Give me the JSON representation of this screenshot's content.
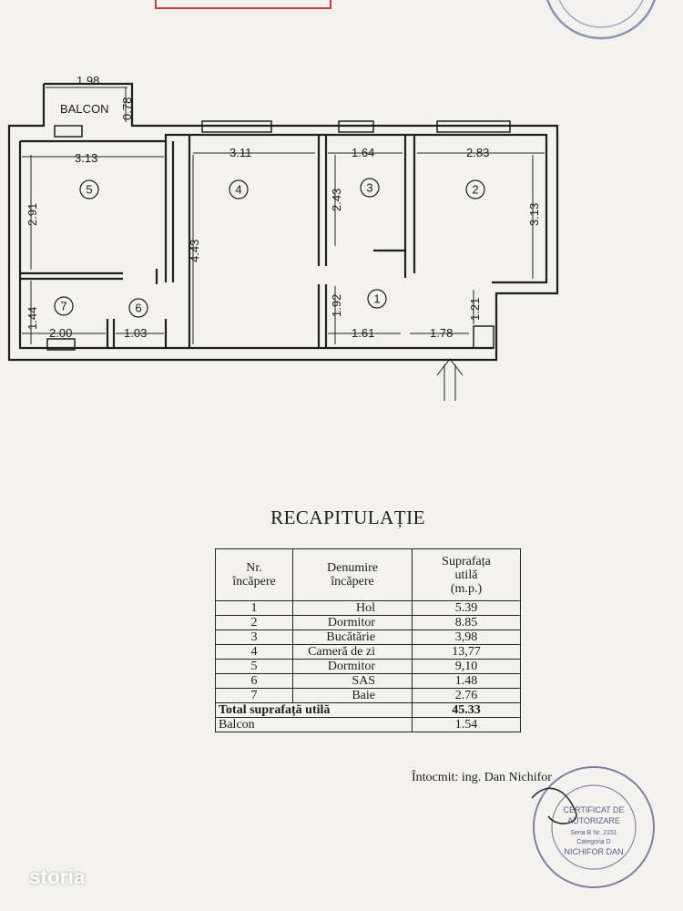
{
  "plan": {
    "balcony_label": "BALCON",
    "dims": {
      "balcony_width": "1.98",
      "balcony_depth": "0.78",
      "r5_width": "3.13",
      "r5_height": "2.91",
      "r4_width": "3.11",
      "r4_height": "4.43",
      "r3_width": "1.64",
      "r3_height": "2.43",
      "r2_width": "2.83",
      "r2_height": "3.13",
      "r7_height": "1.44",
      "r7_width": "2.00",
      "r6_width": "1.03",
      "r1_height": "1.92",
      "r1_width_a": "1.61",
      "r1_width_b": "1.78",
      "entry_depth": "1.21"
    },
    "rooms": [
      "1",
      "2",
      "3",
      "4",
      "5",
      "6",
      "7"
    ]
  },
  "recap": {
    "title": "RECAPITULAȚIE",
    "headers": {
      "nr_line1": "Nr.",
      "nr_line2": "încăpere",
      "name_line1": "Denumire",
      "name_line2": "încăpere",
      "area_line1": "Suprafața",
      "area_line2": "utilă",
      "area_line3": "(m.p.)"
    },
    "rows": [
      {
        "nr": "1",
        "name": "Hol",
        "area": "5.39"
      },
      {
        "nr": "2",
        "name": "Dormitor",
        "area": "8.85"
      },
      {
        "nr": "3",
        "name": "Bucătărie",
        "area": "3,98"
      },
      {
        "nr": "4",
        "name": "Cameră de zi",
        "area": "13,77"
      },
      {
        "nr": "5",
        "name": "Dormitor",
        "area": "9,10"
      },
      {
        "nr": "6",
        "name": "SAS",
        "area": "1.48"
      },
      {
        "nr": "7",
        "name": "Baie",
        "area": "2.76"
      }
    ],
    "total_label": "Total suprafață utilă",
    "total_value": "45.33",
    "balcony_label": "Balcon",
    "balcony_value": "1.54"
  },
  "author": "Întocmit: ing. Dan Nichifor",
  "stamp": {
    "line1": "CERTIFICAT DE",
    "line2": "AUTORIZARE",
    "line3": "Seria B Nr. 2151",
    "line4": "Categoria D",
    "line5": "NICHIFOR DAN"
  },
  "brand": "storia"
}
